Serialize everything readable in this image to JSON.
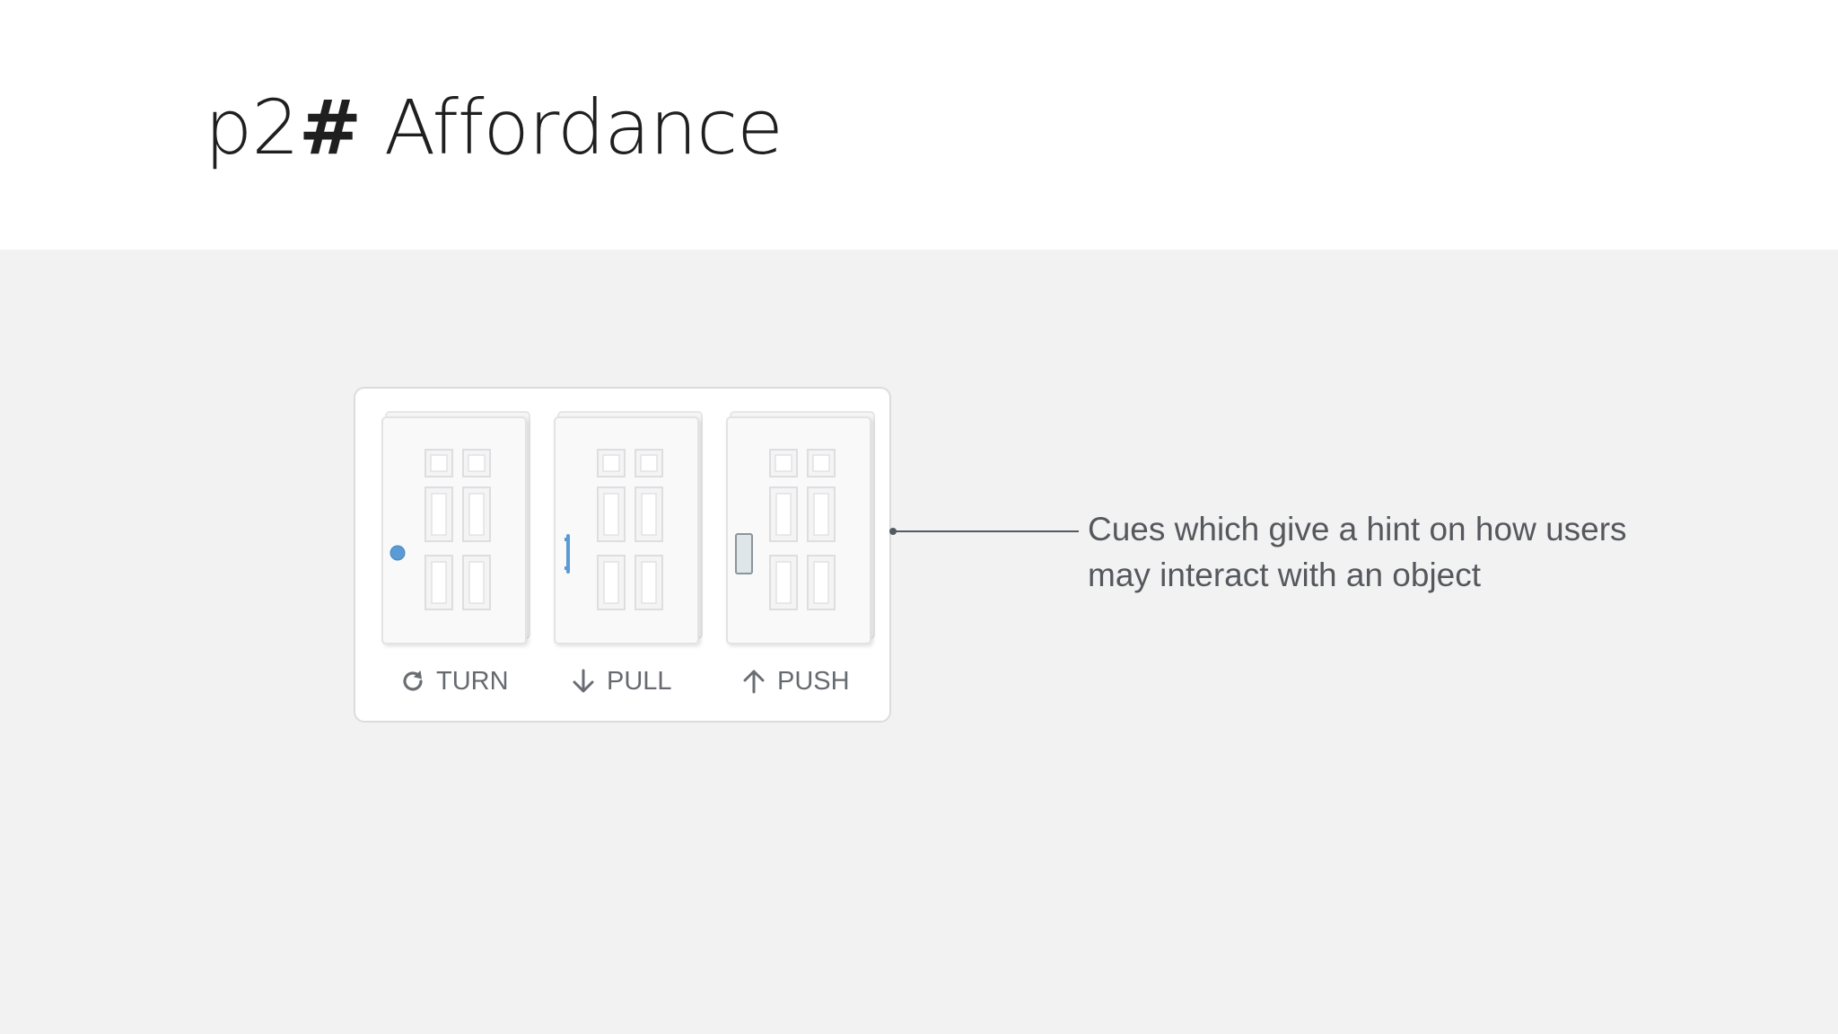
{
  "slide": {
    "title_prefix": "p2",
    "title_hash": "#",
    "title_word": "Affordance"
  },
  "doors": [
    {
      "label": "TURN",
      "icon": "rotate-clockwise-icon",
      "handle": "knob"
    },
    {
      "label": "PULL",
      "icon": "arrow-down-icon",
      "handle": "bar"
    },
    {
      "label": "PUSH",
      "icon": "arrow-up-icon",
      "handle": "plate"
    }
  ],
  "annotation": {
    "line1": "Cues which give a hint on how users",
    "line2": "may interact with an object"
  },
  "colors": {
    "header_bg": "#ffffff",
    "body_bg": "#f2f2f3",
    "handle_blue": "#5b9bd5",
    "text_dark": "#1f1f1f",
    "text_gray": "#55585c"
  }
}
